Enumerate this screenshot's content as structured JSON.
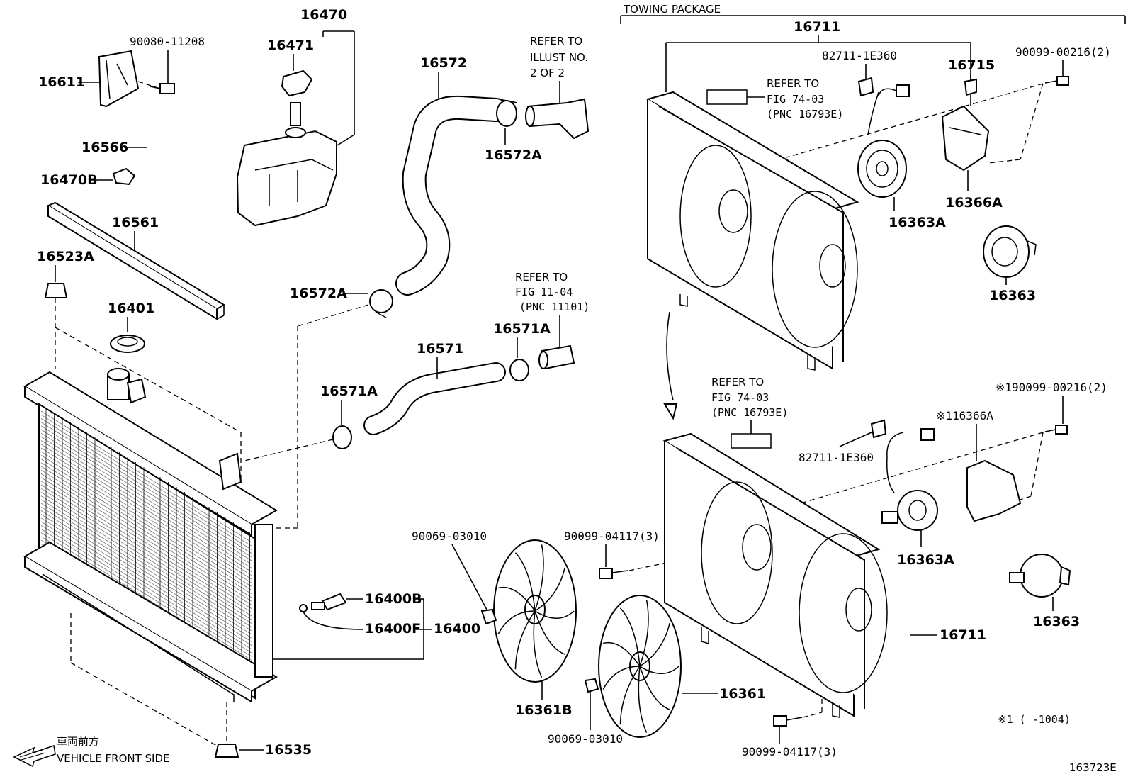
{
  "header": {
    "towing_package": "TOWING PACKAGE",
    "illustration_code": "163723E",
    "footnote": "※1 (      -1004)"
  },
  "front_indicator": {
    "japanese": "車両前方",
    "english": "VEHICLE FRONT SIDE"
  },
  "references": {
    "illust_2of2": [
      "REFER TO",
      "ILLUST NO.",
      "2 OF 2"
    ],
    "fig_11_04": [
      "REFER TO",
      "FIG 11-04",
      "(PNC 11101)"
    ],
    "fig_74_03_top": [
      "REFER TO",
      "FIG 74-03",
      "(PNC 16793E)"
    ],
    "fig_74_03_bottom": [
      "REFER TO",
      "FIG 74-03",
      "(PNC 16793E)"
    ]
  },
  "parts": {
    "p16470": "16470",
    "p16471": "16471",
    "p90080": "90080-11208",
    "p16611": "16611",
    "p16566": "16566",
    "p16470b": "16470B",
    "p16561": "16561",
    "p16523a": "16523A",
    "p16401": "16401",
    "p16572": "16572",
    "p16572a_top": "16572A",
    "p16572a_mid": "16572A",
    "p16571": "16571",
    "p16571a_right": "16571A",
    "p16571a_left": "16571A",
    "p16400b": "16400B",
    "p16400f": "16400F",
    "p16400": "16400",
    "p16535": "16535",
    "p90069_top": "90069-03010",
    "p90069_bottom": "90069-03010",
    "p16361b": "16361B",
    "p16361": "16361",
    "p90099_04117_mid": "90099-04117(3)",
    "p90099_04117_bot": "90099-04117(3)",
    "p16711_top": "16711",
    "p16711_right": "16711",
    "p82711_top": "82711-1E360",
    "p82711_bot": "82711-1E360",
    "p16715": "16715",
    "p90099_00216_top": "90099-00216(2)",
    "p90099_00216_bot": "※190099-00216(2)",
    "p16366a_bot": "※116366A",
    "p16363a_top": "16363A",
    "p16366a_top": "16366A",
    "p16363_top": "16363",
    "p16363a_bot": "16363A",
    "p16363_bot": "16363"
  }
}
